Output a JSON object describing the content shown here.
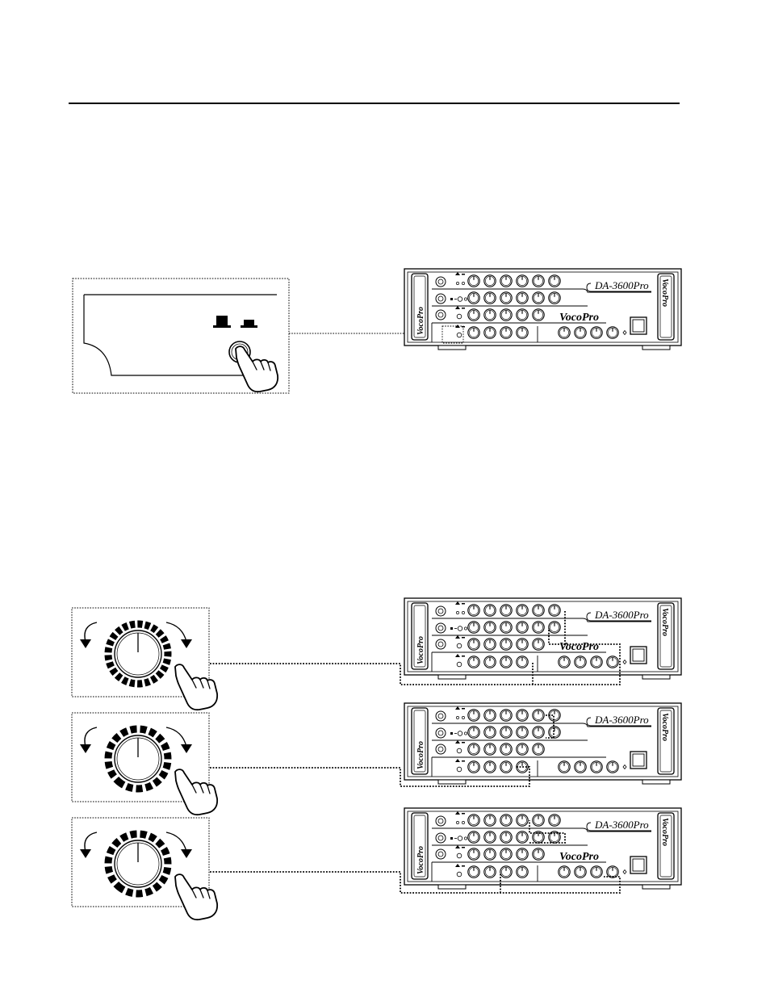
{
  "page": {
    "background": "#ffffff",
    "ink": "#000000"
  },
  "amplifier": {
    "model_label": "DA-3600Pro",
    "brand_label": "VocoPro",
    "side_label": "VocoPro"
  },
  "diagrams": {
    "button_panel": {
      "icon": "finger-press-button"
    },
    "knob_panels": [
      {
        "icon": "finger-turn-knob"
      },
      {
        "icon": "finger-turn-knob"
      },
      {
        "icon": "finger-turn-knob"
      }
    ]
  }
}
